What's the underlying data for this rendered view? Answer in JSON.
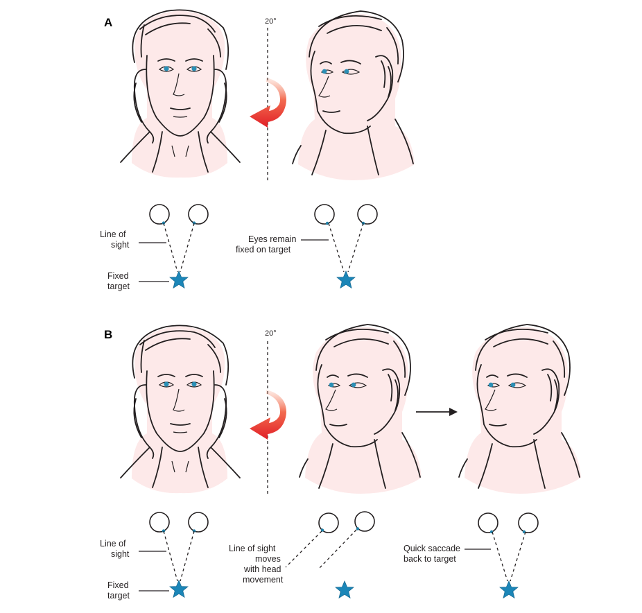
{
  "panels": [
    {
      "letter": "A",
      "angle": "20°",
      "labels": {
        "line_of_sight": [
          "Line of",
          "sight"
        ],
        "fixed_target": [
          "Fixed",
          "target"
        ],
        "eyes_remain": [
          "Eyes remain",
          "fixed on target"
        ]
      }
    },
    {
      "letter": "B",
      "angle": "20°",
      "labels": {
        "line_of_sight": [
          "Line of",
          "sight"
        ],
        "fixed_target": [
          "Fixed",
          "target"
        ],
        "moves": [
          "Line of sight",
          "moves",
          "with head",
          "movement"
        ],
        "saccade": [
          "Quick saccade",
          "back to target"
        ]
      }
    }
  ],
  "colors": {
    "skin": "#fde9e9",
    "iris": "#2b8fb5",
    "star": "#1b86b8",
    "arrow": "#e8322a"
  },
  "icons": [
    "rotation-arrow-icon",
    "star-target-icon",
    "right-arrow-icon"
  ]
}
